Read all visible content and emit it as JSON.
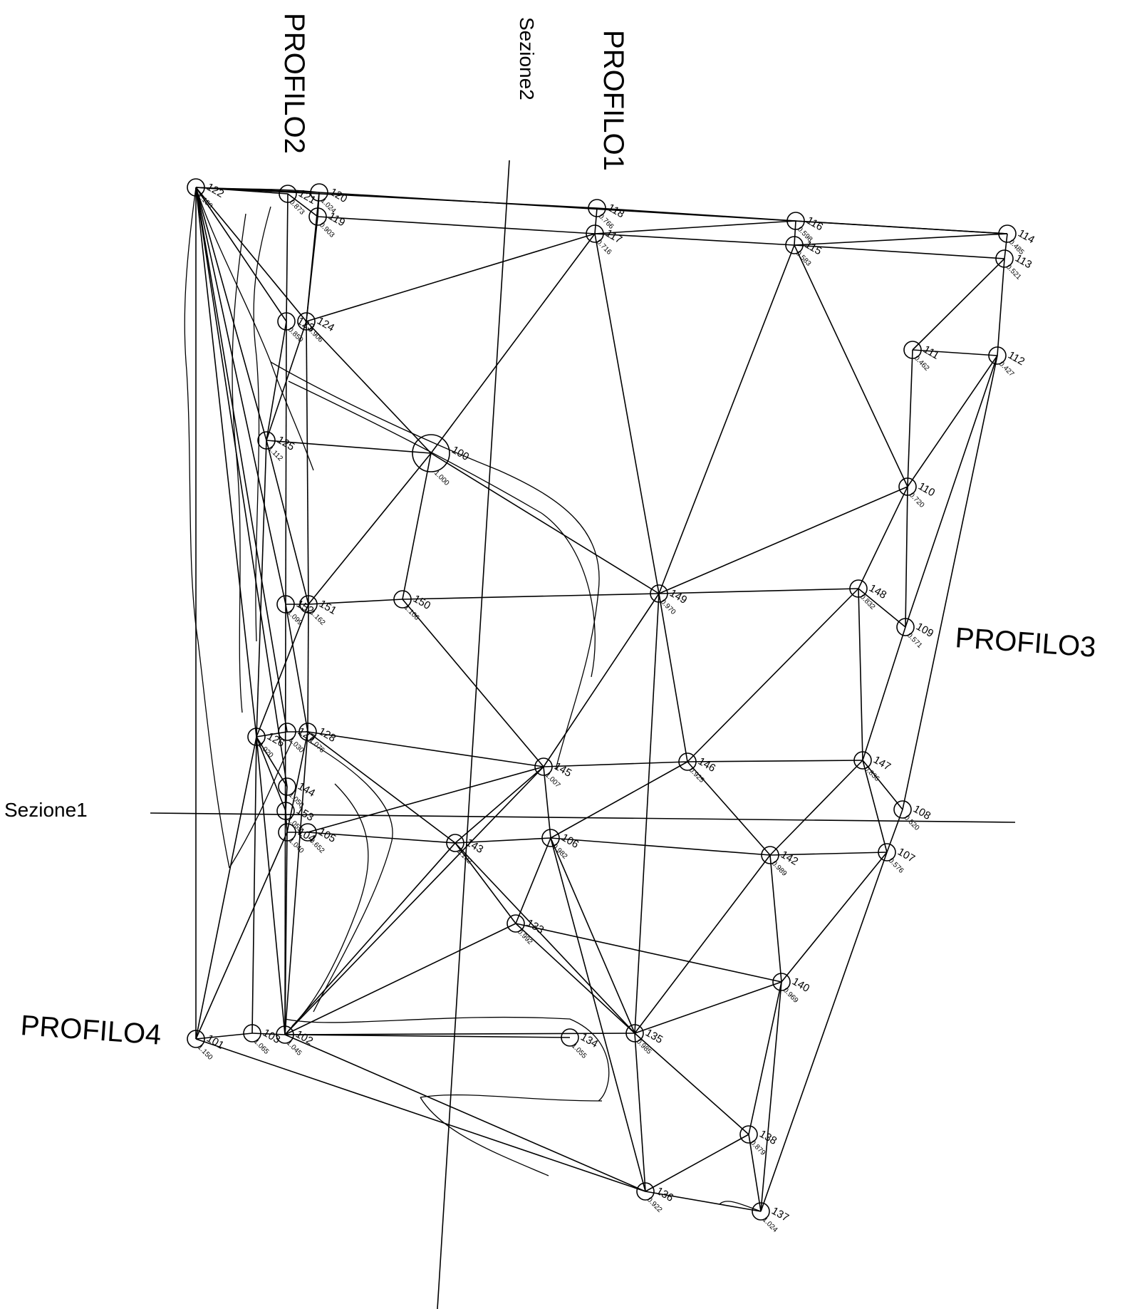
{
  "profiles": {
    "profilo1": "PROFILO1",
    "profilo2": "PROFILO2",
    "profilo3": "PROFILO3",
    "profilo4": "PROFILO4"
  },
  "sections": {
    "sezione1": "Sezione1",
    "sezione2": "Sezione2"
  },
  "points": [
    {
      "id": "100",
      "value": "1.000"
    },
    {
      "id": "102",
      "value": "1.045"
    },
    {
      "id": "103",
      "value": "1.065"
    },
    {
      "id": "104",
      "value": "1.040"
    },
    {
      "id": "105",
      "value": "0.652"
    },
    {
      "id": "106",
      "value": "0.982"
    },
    {
      "id": "107",
      "value": "0.576"
    },
    {
      "id": "108",
      "value": "0.520"
    },
    {
      "id": "109",
      "value": "0.571"
    },
    {
      "id": "110",
      "value": "0.720"
    },
    {
      "id": "111",
      "value": "0.462"
    },
    {
      "id": "112",
      "value": "0.427"
    },
    {
      "id": "113",
      "value": "0.521"
    },
    {
      "id": "114",
      "value": "0.485"
    },
    {
      "id": "115",
      "value": "0.583"
    },
    {
      "id": "116",
      "value": "0.598"
    },
    {
      "id": "117",
      "value": "0.716"
    },
    {
      "id": "118",
      "value": "0.766"
    },
    {
      "id": "119",
      "value": "0.903"
    },
    {
      "id": "120",
      "value": "1.024"
    },
    {
      "id": "121",
      "value": "0.873"
    },
    {
      "id": "122",
      "value": "1.150"
    },
    {
      "id": "123",
      "value": "0.850"
    },
    {
      "id": "124",
      "value": "0.906"
    },
    {
      "id": "125",
      "value": "1.112"
    },
    {
      "id": "126",
      "value": "1.020"
    },
    {
      "id": "127",
      "value": "1.030"
    },
    {
      "id": "128",
      "value": "1.076"
    },
    {
      "id": "133",
      "value": "0.992"
    },
    {
      "id": "134",
      "value": "1.055"
    },
    {
      "id": "135",
      "value": "0.985"
    },
    {
      "id": "136",
      "value": "0.922"
    },
    {
      "id": "137",
      "value": "1.024"
    },
    {
      "id": "138",
      "value": "0.879"
    },
    {
      "id": "140",
      "value": "0.969"
    },
    {
      "id": "142",
      "value": "0.989"
    },
    {
      "id": "143",
      "value": "1.102"
    },
    {
      "id": "144",
      "value": "1.050"
    },
    {
      "id": "145",
      "value": "1.007"
    },
    {
      "id": "146",
      "value": "0.925"
    },
    {
      "id": "147",
      "value": "0.836"
    },
    {
      "id": "148",
      "value": "0.832"
    },
    {
      "id": "149",
      "value": "0.970"
    },
    {
      "id": "150",
      "value": "1.106"
    },
    {
      "id": "151",
      "value": "1.162"
    },
    {
      "id": "152",
      "value": "1.099"
    },
    {
      "id": "153",
      "value": "1.055"
    },
    {
      "id": "101",
      "value": "1.150"
    }
  ]
}
